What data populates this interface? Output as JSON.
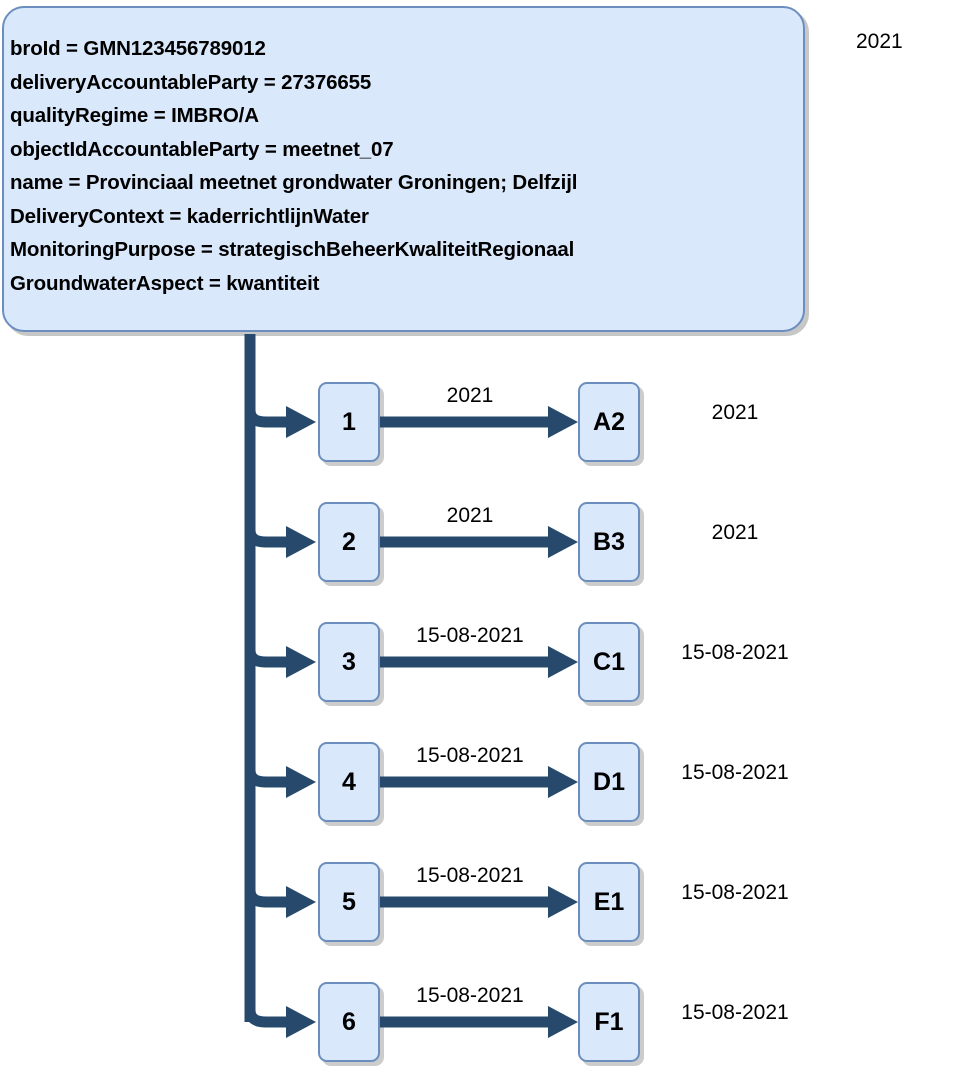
{
  "colors": {
    "node_fill": "#dae8fc",
    "node_border": "#6c8ebf",
    "connector": "#27496b",
    "text": "#000000",
    "background": "#ffffff",
    "shadow": "#b3b3b3"
  },
  "main_box": {
    "attributes": [
      "broId = GMN123456789012",
      "deliveryAccountableParty = 27376655",
      "qualityRegime = IMBRO/A",
      "objectIdAccountableParty = meetnet_07",
      "name = Provinciaal meetnet grondwater Groningen; Delfzijl",
      "DeliveryContext = kaderrichtlijnWater",
      "MonitoringPurpose = strategischBeheerKwaliteitRegionaal",
      "GroundwaterAspect = kwantiteit"
    ]
  },
  "top_right_label": "2021",
  "rows": [
    {
      "source": "1",
      "target": "A2",
      "edge_label": "2021",
      "trailing_label": "2021"
    },
    {
      "source": "2",
      "target": "B3",
      "edge_label": "2021",
      "trailing_label": "2021"
    },
    {
      "source": "3",
      "target": "C1",
      "edge_label": "15-08-2021",
      "trailing_label": "15-08-2021"
    },
    {
      "source": "4",
      "target": "D1",
      "edge_label": "15-08-2021",
      "trailing_label": "15-08-2021"
    },
    {
      "source": "5",
      "target": "E1",
      "edge_label": "15-08-2021",
      "trailing_label": "15-08-2021"
    },
    {
      "source": "6",
      "target": "F1",
      "edge_label": "15-08-2021",
      "trailing_label": "15-08-2021"
    }
  ]
}
